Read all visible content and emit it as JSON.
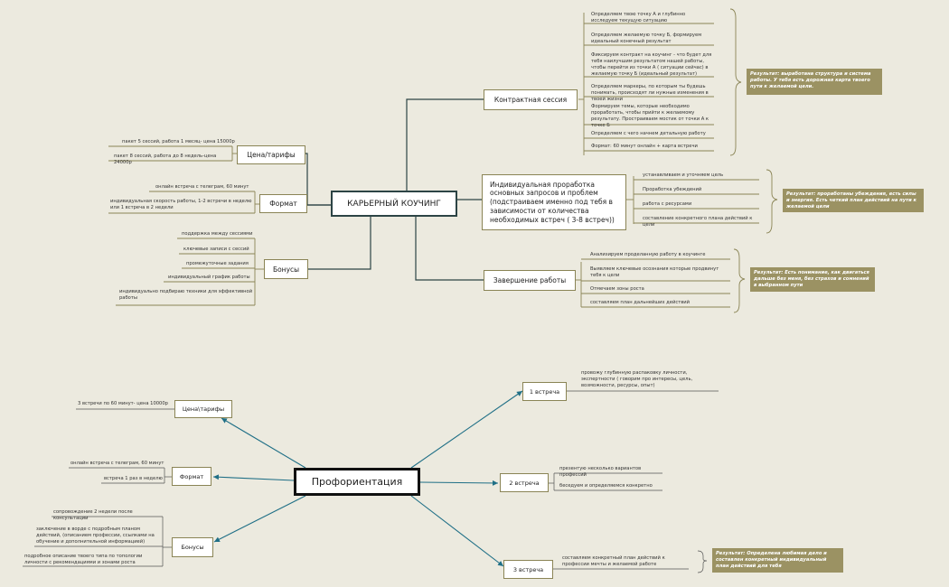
{
  "map1": {
    "center": "КАРЬЕРНЫЙ КОУЧИНГ",
    "contract": {
      "label": "Контрактная сессия",
      "items": [
        "Определяем твою точку А и глубинно исследуем текущую ситуацию",
        "Определяем желаемую точку Б, формируем идеальный конечный результат",
        "Фиксируем контракт на коучинг - что будет для тебя наилучшим результатом нашей работы, чтобы перейти из точки А ( ситуации сейчас) в желаемую точку Б (идеальный результат)",
        "Определяем маркеры, по которым ты будешь понимать, происходят ли нужные изменения в твоей жизни",
        "Формируем темы, которые необходимо проработать, чтобы прийти к желаемому результату. Прострaиваем мостик от точки А к точке Б",
        "Определяем с чего начнем детальную работу",
        "Формат: 60 минут онлайн + карта встречи"
      ],
      "result": "Результат: выработана структура и система работы. У тебя есть дорожная карта твоего пути к желаемой цели."
    },
    "individual": {
      "label": "Индивидуальная проработка основных запросов и проблем (подстраиваем именно под тебя в зависимости от количества необходимых встреч ( 3-8 встреч))",
      "items": [
        "устанавливаем и уточняем цель",
        "Проработка убеждений",
        "работа с ресурсами",
        "составление конкретного плана действий к цели"
      ],
      "result": "Результат: проработаны убеждения, есть силы и энергия. Есть четкий план действий на пути к желаемой цели"
    },
    "finish": {
      "label": "Завершение работы",
      "items": [
        "Анализируем проделанную работу в коучинге",
        "Выявляем ключевые осознания которые продвинут тебя к цели",
        "Отмечаем зоны роста",
        "составляем план дальнейших действий"
      ],
      "result": "Результат: Есть понимание, как двигаться дальше без меня, без страхов и сомнений в выбранном пути"
    },
    "price": {
      "label": "Цена/тарифы",
      "items": [
        "пакет 5 сессий,  работа 1 месяц- цена 15000р",
        "пакет 8 сессий, работа до 8 недель-цена 24000р"
      ]
    },
    "format": {
      "label": "Формат",
      "items": [
        "онлайн встреча с телеграм, 60 минут",
        "индивидуальная скорость работы, 1-2 встречи в неделю или 1 встреча в 2 недели"
      ]
    },
    "bonus": {
      "label": "Бонусы",
      "items": [
        "поддержка между сессиями",
        "ключевые записи с сессий",
        "промежуточные задания",
        "индивидуальный график работы",
        "индивидуально подбираю техники для эффективной работы"
      ]
    }
  },
  "map2": {
    "center": "Профориентация",
    "m1": {
      "label": "1 встреча",
      "items": [
        "провожу глубинную распаковку личности, экспертности ( говорим про интересы, цель, возможности, ресурсы, опыт)"
      ]
    },
    "m2": {
      "label": "2 встреча",
      "items": [
        "презентую несколько вариантов профессий",
        "беседуем и определяемся конкретно"
      ]
    },
    "m3": {
      "label": "3 встреча",
      "items": [
        "составляем конкретный план действий к профессии мечты и желаемой работе"
      ],
      "result": "Результат: Определена любимая дело и составлен конкретный индивидуальный план действий для тебя"
    },
    "price": {
      "label": "Цена\\тарифы",
      "items": [
        "3 встречи по 60 минут- цена 10000р"
      ]
    },
    "format": {
      "label": "Формат",
      "items": [
        "онлайн встреча с телеграм, 60 минут",
        "встреча 1 раз в неделю"
      ]
    },
    "bonus": {
      "label": "Бонусы",
      "items": [
        "сопровождение 2 недели после консультации",
        "заключение в ворде с подробным планом действий, (описанием профессии, ссылками на обучение и дополнительной информацией)",
        "подробное описание твоего типа по топологии личности с рекомендациями и зонами роста"
      ]
    }
  },
  "colors": {
    "background": "#eceadf",
    "olive_line": "#8a8455",
    "teal_line": "#3f7f8a",
    "dark_line": "#2c4445",
    "result_fill": "#9b9263"
  }
}
